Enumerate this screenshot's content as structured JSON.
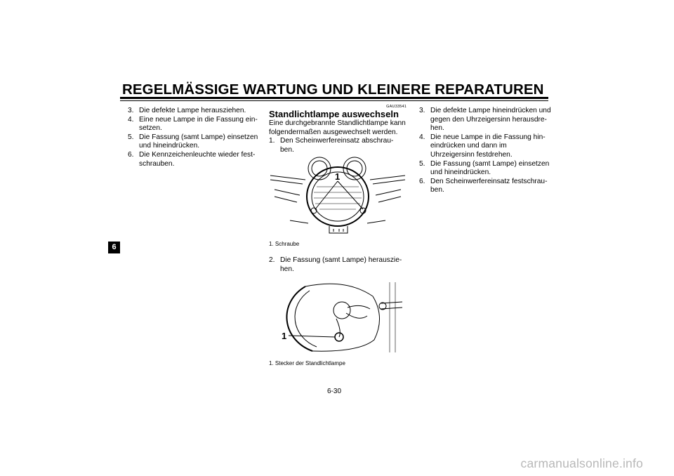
{
  "header": {
    "title": "REGELMÄSSIGE WARTUNG UND KLEINERE REPARATUREN"
  },
  "chapter_tab": "6",
  "left_column": {
    "steps": [
      {
        "num": "3.",
        "text": "Die defekte Lampe herausziehen."
      },
      {
        "num": "4.",
        "text": "Eine neue Lampe in die Fassung ein-setzen."
      },
      {
        "num": "5.",
        "text": "Die Fassung (samt Lampe) einsetzen und hineindrücken."
      },
      {
        "num": "6.",
        "text": "Die Kennzeichenleuchte wieder fest-schrauben."
      }
    ]
  },
  "middle_column": {
    "code": "GAU33541",
    "title": "Standlichtlampe auswechseln",
    "intro": "Eine durchgebrannte Standlichtlampe kann folgendermaßen ausgewechselt werden.",
    "step1": {
      "num": "1.",
      "text": "Den Scheinwerfereinsatz abschrau-ben."
    },
    "figure1": {
      "callout": "1",
      "caption": "1. Schraube"
    },
    "step2": {
      "num": "2.",
      "text": "Die Fassung (samt Lampe) herauszie-hen."
    },
    "figure2": {
      "callout": "1",
      "caption": "1. Stecker der Standlichtlampe"
    }
  },
  "right_column": {
    "steps": [
      {
        "num": "3.",
        "text": "Die defekte Lampe hineindrücken und gegen den Uhrzeigersinn herausdre-hen."
      },
      {
        "num": "4.",
        "text": "Die neue Lampe in die Fassung hin-eindrücken und dann im Uhrzeigersinn festdrehen."
      },
      {
        "num": "5.",
        "text": "Die Fassung (samt Lampe) einsetzen und hineindrücken."
      },
      {
        "num": "6.",
        "text": "Den Scheinwerfereinsatz festschrau-ben."
      }
    ]
  },
  "page_number": "6-30",
  "watermark": "carmanualsonline.info"
}
